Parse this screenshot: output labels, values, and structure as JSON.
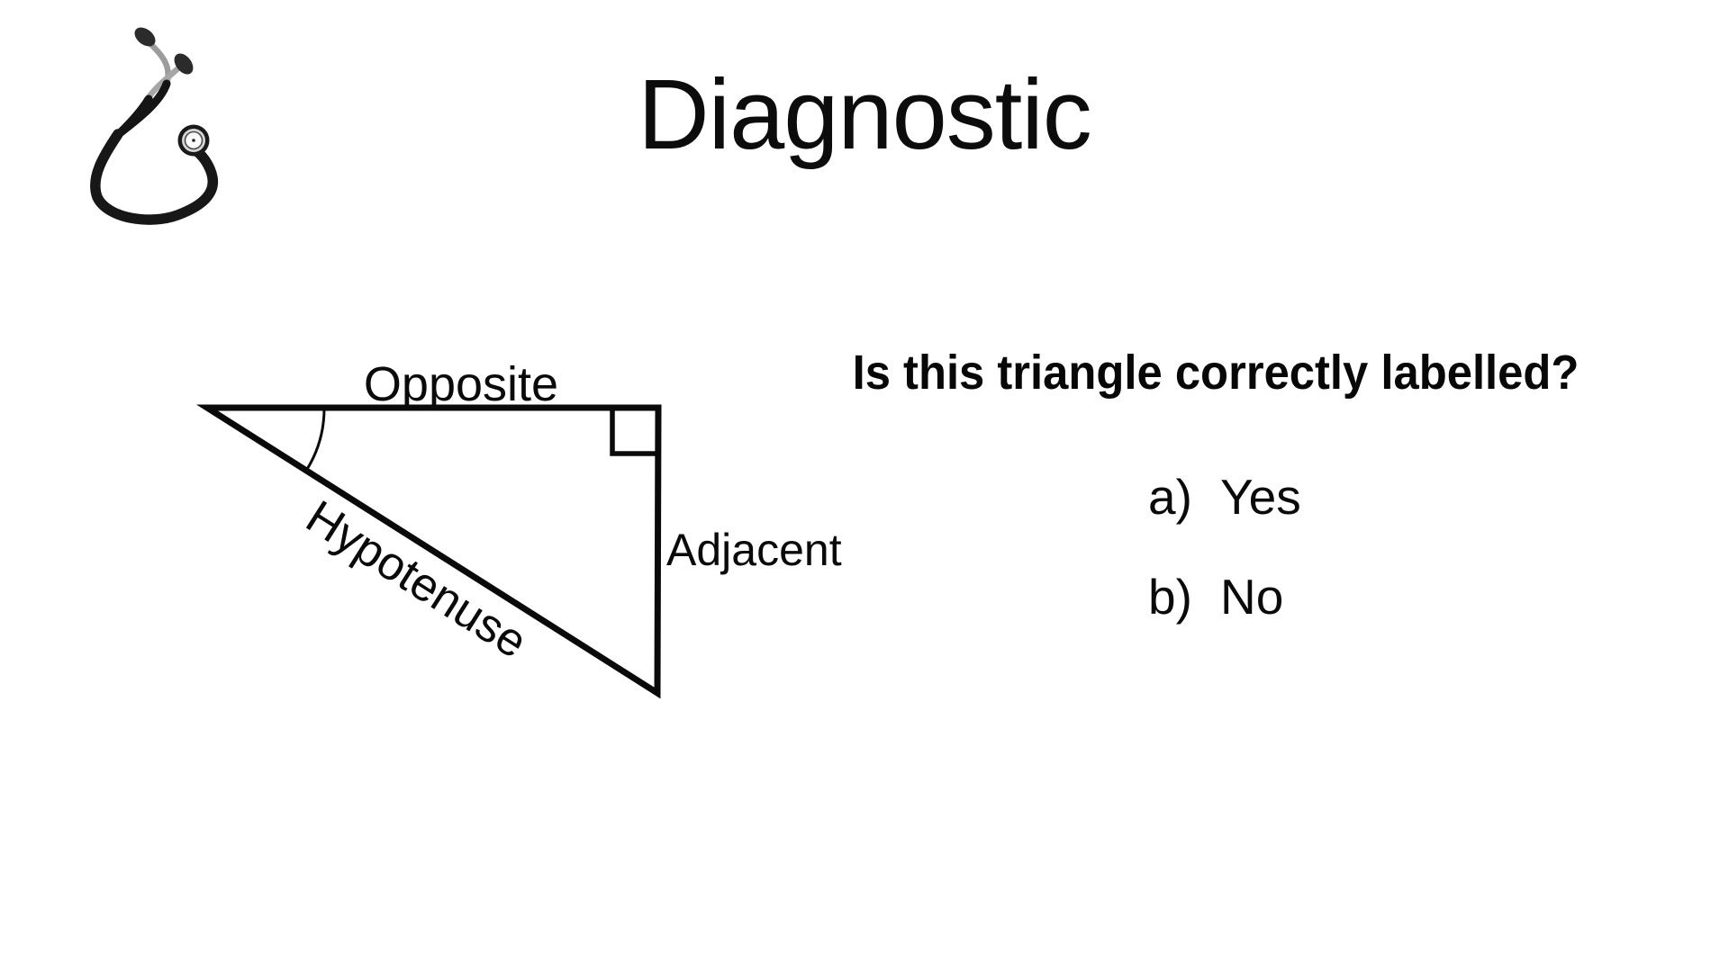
{
  "slide": {
    "title": "Diagnostic",
    "figure": {
      "labels": {
        "opposite": "Opposite",
        "adjacent": "Adjacent",
        "hypotenuse": "Hypotenuse"
      }
    },
    "question": {
      "text": "Is this triangle correctly labelled?",
      "options": [
        {
          "marker": "a)",
          "label": "Yes"
        },
        {
          "marker": "b)",
          "label": "No"
        }
      ]
    }
  },
  "colors": {
    "background": "#ffffff",
    "text": "#0a0a0a",
    "line": "#0a0a0a"
  }
}
